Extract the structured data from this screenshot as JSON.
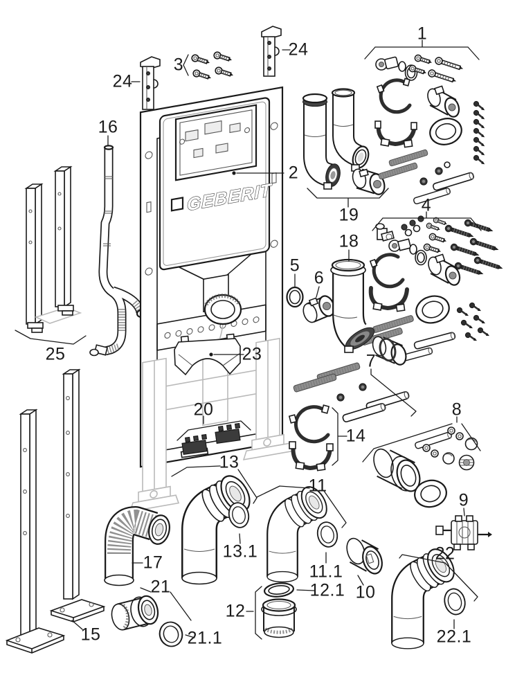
{
  "diagram": {
    "brand_logo": "GEBERIT",
    "labels": {
      "p1": "1",
      "p2": "2",
      "p3": "3",
      "p4": "4",
      "p5": "5",
      "p6": "6",
      "p7": "7",
      "p8": "8",
      "p9": "9",
      "p10": "10",
      "p11": "11",
      "p11_1": "11.1",
      "p12": "12",
      "p12_1": "12.1",
      "p13": "13",
      "p13_1": "13.1",
      "p14": "14",
      "p15": "15",
      "p16": "16",
      "p17": "17",
      "p18": "18",
      "p19": "19",
      "p20": "20",
      "p21": "21",
      "p21_1": "21.1",
      "p22": "22",
      "p22_1": "22.1",
      "p23": "23",
      "p24": "24",
      "p25": "25"
    },
    "colors": {
      "ink": "#1a1a1a",
      "muted": "#8f8f8f",
      "frame_light": "#b9b9b9",
      "background": "#ffffff"
    }
  }
}
